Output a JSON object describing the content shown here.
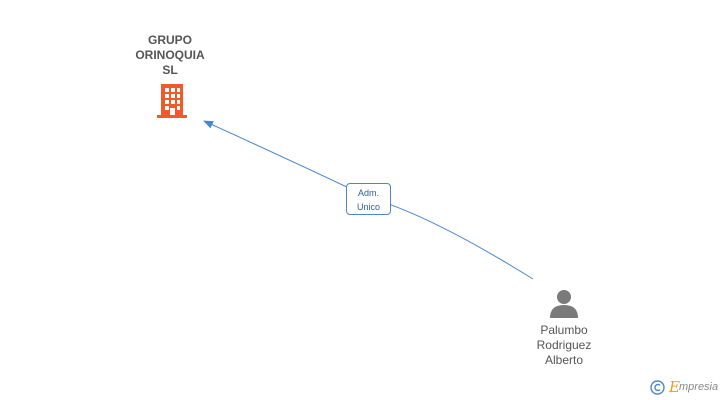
{
  "company": {
    "name": "GRUPO\nORINOQUIA\nSL",
    "icon": "building-icon",
    "color": "#f05a28"
  },
  "relation": {
    "label": "Adm.\nUnico",
    "color": "#4a86c8"
  },
  "person": {
    "name": "Palumbo\nRodriguez\nAlberto",
    "icon": "person-icon",
    "color": "#7a7a7a"
  },
  "watermark": {
    "symbol": "©",
    "brand_initial": "E",
    "brand_rest": "mpresia",
    "accent": "#f39c12"
  }
}
